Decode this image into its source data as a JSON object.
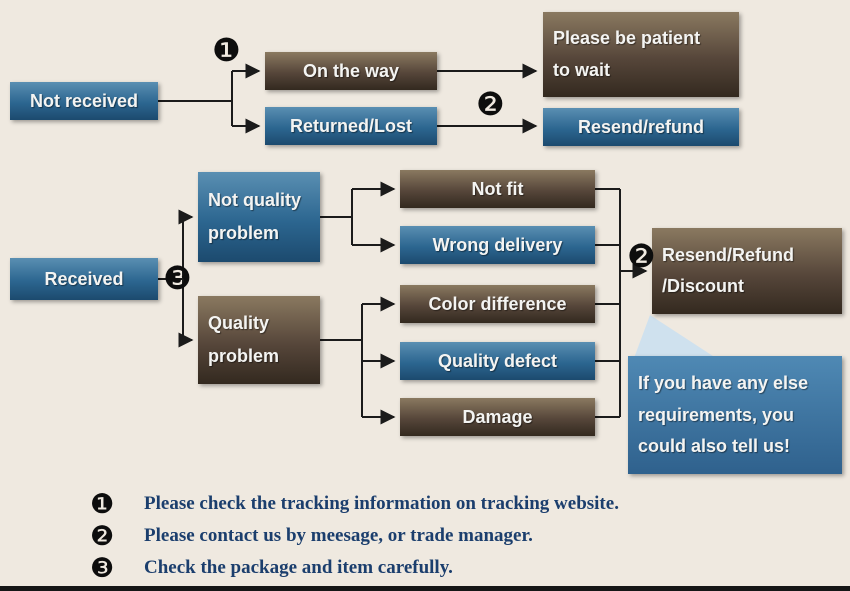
{
  "colors": {
    "background": "#efe9e0",
    "blue_box": "#2c6690",
    "brown_box": "#56463a",
    "bubble_blue": "#3f78a3",
    "legend_text": "#1b3e6d",
    "line_color": "#1b1b1b"
  },
  "markers": {
    "step1": "❶",
    "step2": "❷",
    "step3": "❸"
  },
  "flow": {
    "not_received": "Not received",
    "on_the_way": "On the way",
    "returned_lost": "Returned/Lost",
    "patient_line1": "Please be patient",
    "patient_line2": "to wait",
    "resend_refund": "Resend/refund",
    "received": "Received",
    "not_quality_line1": "Not quality",
    "not_quality_line2": "problem",
    "quality_line1": "Quality",
    "quality_line2": "problem",
    "not_fit": "Not fit",
    "wrong_delivery": "Wrong delivery",
    "color_difference": "Color difference",
    "quality_defect": "Quality defect",
    "damage": "Damage",
    "resend_discount_line1": "Resend/Refund",
    "resend_discount_line2": "/Discount",
    "bubble_line1": "If you have any else",
    "bubble_line2": "requirements, you",
    "bubble_line3": "could also tell us!"
  },
  "legend": [
    {
      "num": "❶",
      "text": "Please check the tracking information on tracking website."
    },
    {
      "num": "❷",
      "text": "Please contact us by meesage, or trade manager."
    },
    {
      "num": "❸",
      "text": "Check the package and item carefully."
    }
  ]
}
